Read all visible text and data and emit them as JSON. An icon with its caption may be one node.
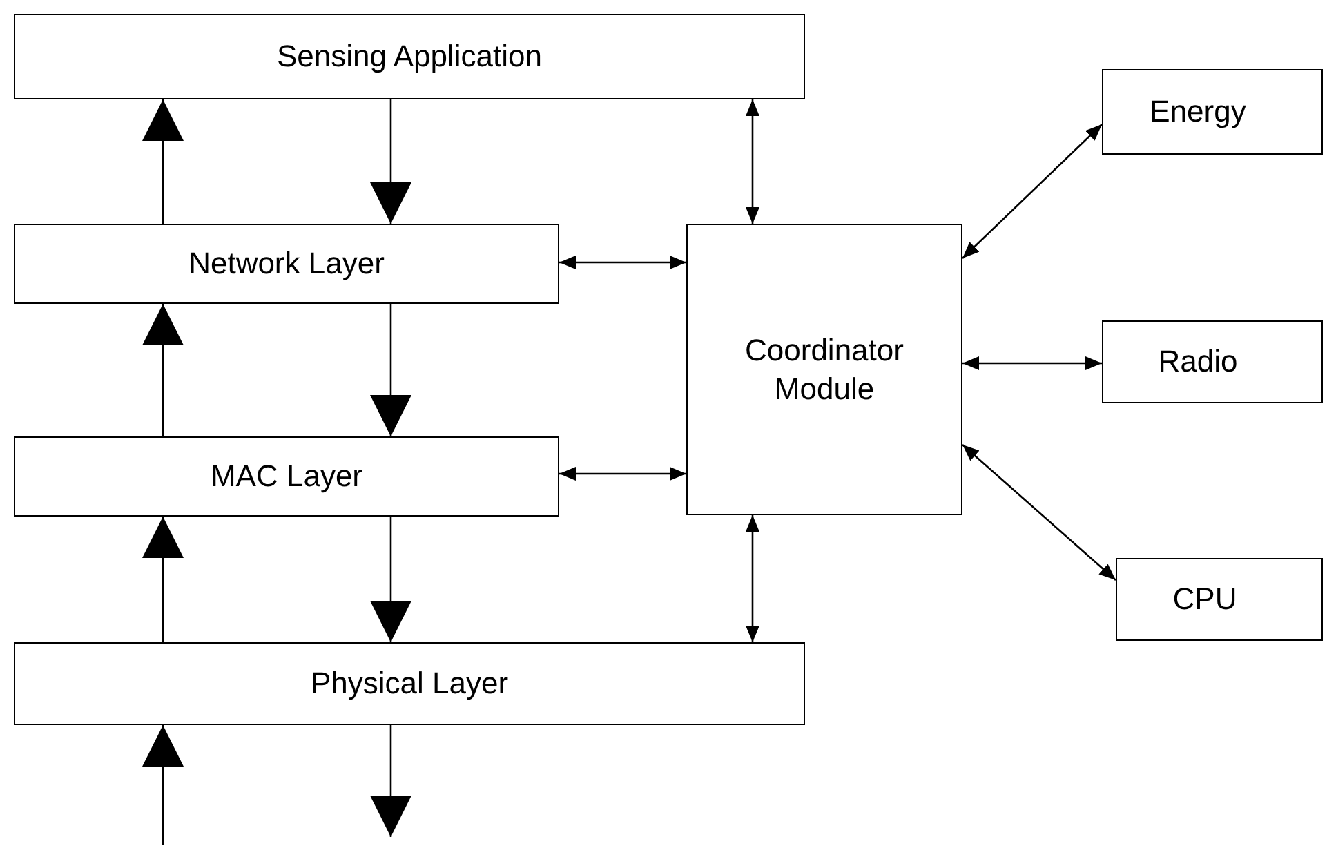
{
  "diagram": {
    "nodes": [
      {
        "text": [
          "Sensing Application"
        ]
      },
      {
        "text": [
          "Network Layer"
        ]
      },
      {
        "text": [
          "MAC Layer"
        ]
      },
      {
        "text": [
          "Physical Layer"
        ]
      },
      {
        "text": [
          "Coordinator Module"
        ]
      },
      {
        "text": [
          "Energy"
        ]
      },
      {
        "text": [
          "Radio"
        ]
      },
      {
        "text": [
          "CPU"
        ]
      }
    ],
    "edges": [
      {
        "from": 1,
        "to": 0,
        "arrow": "to"
      },
      {
        "from": 0,
        "to": 1,
        "arrow": "to"
      },
      {
        "from": 2,
        "to": 1,
        "arrow": "to"
      },
      {
        "from": 1,
        "to": 2,
        "arrow": "to"
      },
      {
        "from": 3,
        "to": 2,
        "arrow": "to"
      },
      {
        "from": 2,
        "to": 3,
        "arrow": "to"
      },
      {
        "from": null,
        "to": 3,
        "arrow": "to"
      },
      {
        "from": 3,
        "to": null,
        "arrow": "to"
      },
      {
        "from": 0,
        "to": 4,
        "arrow": "both"
      },
      {
        "from": 1,
        "to": 4,
        "arrow": "both"
      },
      {
        "from": 2,
        "to": 4,
        "arrow": "both"
      },
      {
        "from": 4,
        "to": 3,
        "arrow": "both"
      },
      {
        "from": 4,
        "to": 5,
        "arrow": "both"
      },
      {
        "from": 4,
        "to": 6,
        "arrow": "both"
      },
      {
        "from": 4,
        "to": 7,
        "arrow": "both"
      }
    ]
  }
}
